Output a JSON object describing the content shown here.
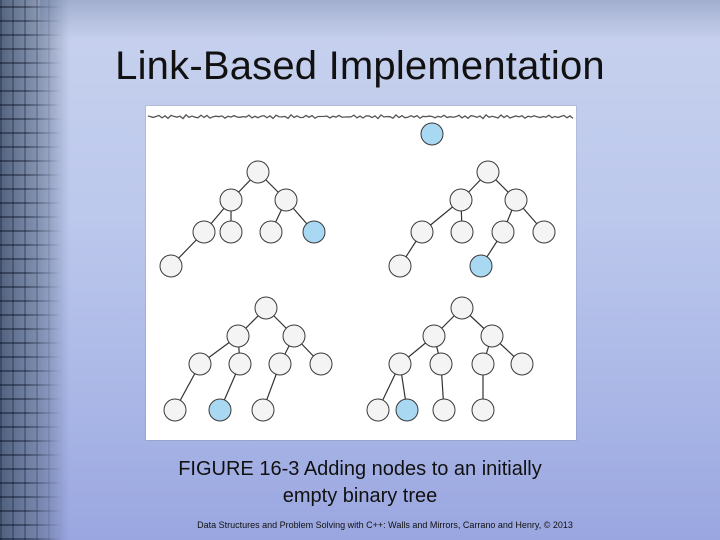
{
  "slide": {
    "title": "Link-Based Implementation",
    "caption_line1": "FIGURE 16-3 Adding nodes to an initially",
    "caption_line2": "empty binary tree",
    "footer": "Data Structures and Problem Solving with C++: Walls and Mirrors, Carrano and Henry, © 2013"
  },
  "colors": {
    "node_fill": "#f4f4f4",
    "node_new_fill": "#a9d8f2",
    "edge": "#333333"
  },
  "trees": [
    {
      "id": "tree-1",
      "nodes": [
        [
          0,
          0,
          false
        ],
        [
          1,
          0,
          false
        ],
        [
          1,
          1,
          false
        ],
        [
          2,
          0,
          false
        ],
        [
          2,
          1,
          false
        ],
        [
          2,
          2,
          false
        ],
        [
          2,
          3,
          true
        ],
        [
          3,
          0,
          false
        ]
      ]
    },
    {
      "id": "tree-2",
      "nodes": [
        [
          0,
          0,
          false
        ],
        [
          1,
          0,
          false
        ],
        [
          1,
          1,
          false
        ],
        [
          2,
          0,
          false
        ],
        [
          2,
          1,
          false
        ],
        [
          2,
          2,
          false
        ],
        [
          2,
          3,
          false
        ],
        [
          3,
          0,
          false
        ],
        [
          3,
          2,
          true
        ]
      ]
    },
    {
      "id": "tree-3",
      "nodes": [
        [
          0,
          0,
          false
        ],
        [
          1,
          0,
          false
        ],
        [
          1,
          1,
          false
        ],
        [
          2,
          0,
          false
        ],
        [
          2,
          1,
          false
        ],
        [
          2,
          2,
          false
        ],
        [
          2,
          3,
          false
        ],
        [
          3,
          0,
          false
        ],
        [
          3,
          1,
          true
        ],
        [
          3,
          2,
          false
        ]
      ]
    },
    {
      "id": "tree-4",
      "nodes": [
        [
          0,
          0,
          false
        ],
        [
          1,
          0,
          false
        ],
        [
          1,
          1,
          false
        ],
        [
          2,
          0,
          false
        ],
        [
          2,
          1,
          false
        ],
        [
          2,
          2,
          false
        ],
        [
          2,
          3,
          false
        ],
        [
          3,
          0,
          false
        ],
        [
          3,
          1,
          true
        ],
        [
          3,
          2,
          false
        ],
        [
          3,
          3,
          false
        ]
      ]
    }
  ],
  "extra_new_node": {
    "id": "top-new-node",
    "new": true
  }
}
